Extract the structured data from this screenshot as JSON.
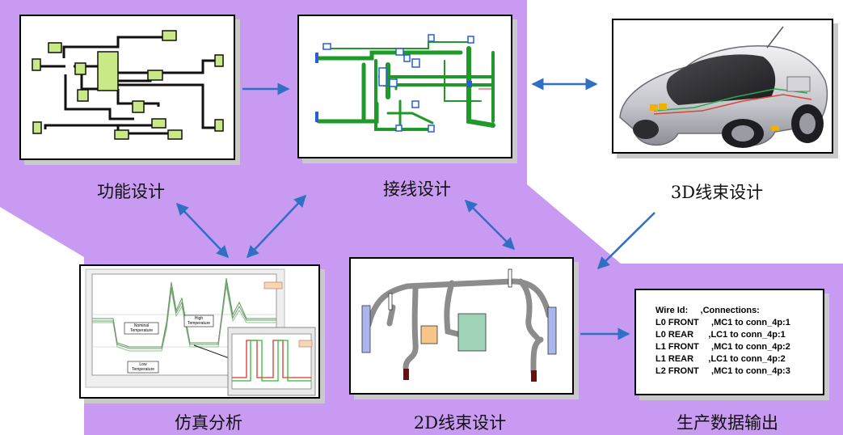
{
  "stages": {
    "functional": "功能设计",
    "wiring": "接线设计",
    "harness3d": "3D线束设计",
    "simulation": "仿真分析",
    "harness2d": "2D线束设计",
    "output": "生产数据输出"
  },
  "simulation_plot": {
    "labels": {
      "nominal": "Nominal Temperature",
      "high": "High Temperature",
      "low": "Low Temperature"
    }
  },
  "report": {
    "header": "Wire Id:     ,Connections:",
    "rows": [
      "L0 FRONT     ,MC1 to conn_4p:1",
      "L0 REAR      ,LC1 to conn_4p:1",
      "L1 FRONT     ,MC1 to conn_4p:2",
      "L1 REAR      ,LC1 to conn_4p:2",
      "L2 FRONT     ,MC1 to conn_4p:3"
    ]
  },
  "colors": {
    "background_band": "#c89af2",
    "arrow": "#2f6fc4",
    "schematic_box": "#c9e886",
    "wire_green": "#1f9a2a",
    "connector_blue": "#2a5bd8",
    "harness_gray": "#8c8c8c"
  }
}
